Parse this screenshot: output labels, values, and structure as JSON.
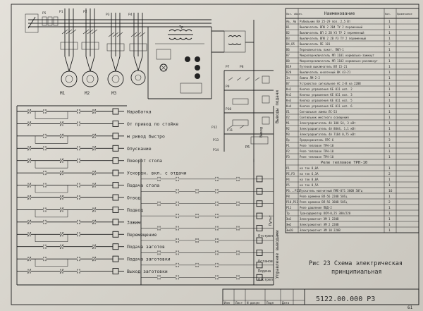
{
  "table": {
    "headers": [
      "Поз. обозн.",
      "Наименование",
      "Кол.",
      "Примечание"
    ],
    "rows": [
      {
        "pos": "Ав, Ав",
        "name": "Рубильник ВА 25-29 пол. 2,5 Вт",
        "qty": "1",
        "note": ""
      },
      {
        "pos": "В1",
        "name": "Выключатель ВПК 2 2В4 ТУ 2 переменный",
        "qty": "1",
        "note": ""
      },
      {
        "pos": "В2",
        "name": "Выключатель ВП 2 2В УЗ ТУ 2 переменный",
        "qty": "1",
        "note": ""
      },
      {
        "pos": "В3",
        "name": "Выключатель ВПК 2 2В УЗ ТУ 2 переменный",
        "qty": "1",
        "note": ""
      },
      {
        "pos": "В4,В5",
        "name": "Выключатель ПЕ 101",
        "qty": "2",
        "note": ""
      },
      {
        "pos": "В6",
        "name": "Переключатель пакет. ПКП-1",
        "qty": "1",
        "note": ""
      },
      {
        "pos": "В7",
        "name": "Микропереключатель МП 1101 нормально-замкнут",
        "qty": "1",
        "note": ""
      },
      {
        "pos": "В8",
        "name": "Микропереключатель МП 1102 нормально-разомкнут",
        "qty": "1",
        "note": ""
      },
      {
        "pos": "В19",
        "name": "Путевой выключатель ВП 15-21",
        "qty": "1",
        "note": ""
      },
      {
        "pos": "В20",
        "name": "Выключатель кнопочный ВК 43-21",
        "qty": "1",
        "note": ""
      },
      {
        "pos": "Зл",
        "name": "Лампа ЛМ-2-2",
        "qty": "1",
        "note": ""
      },
      {
        "pos": "В7",
        "name": "Устройство сигнальное АС 2-В на 220В",
        "qty": "1",
        "note": ""
      },
      {
        "pos": "Кн1",
        "name": "Кнопка управления КЕ 011 исп. 2",
        "qty": "1",
        "note": ""
      },
      {
        "pos": "Кн2",
        "name": "Кнопка управления КЕ 011 исп. 3",
        "qty": "1",
        "note": ""
      },
      {
        "pos": "Кн3",
        "name": "Кнопка управления КЕ 011 исп. 5",
        "qty": "1",
        "note": ""
      },
      {
        "pos": "Кн4",
        "name": "Кнопка управления КЕ 011 исп. 6",
        "qty": "1",
        "note": ""
      },
      {
        "pos": "Л1",
        "name": "Сигнальная лампа ЛС-53",
        "qty": "1",
        "note": ""
      },
      {
        "pos": "Л2",
        "name": "Светильник местного освещения",
        "qty": "1",
        "note": ""
      },
      {
        "pos": "М1",
        "name": "Электродвигатель 4А 100 S4, 3 кВт",
        "qty": "1",
        "note": ""
      },
      {
        "pos": "М2",
        "name": "Электродвигатель 4А 80А4, 1,1 кВт",
        "qty": "1",
        "note": ""
      },
      {
        "pos": "М3",
        "name": "Электродвигатель 4А 71В4 0,75 кВт",
        "qty": "1",
        "note": ""
      },
      {
        "pos": "Пр",
        "name": "Предохранитель ПРС-6",
        "qty": "3",
        "note": ""
      },
      {
        "pos": "Р1",
        "name": "Реле тепловое ТРН-10",
        "qty": "1",
        "note": ""
      },
      {
        "pos": "Р2",
        "name": "Реле тепловое ТРН-10",
        "qty": "1",
        "note": ""
      },
      {
        "pos": "Р3",
        "name": "Реле тепловое ТРН-10",
        "qty": "1",
        "note": ""
      },
      {
        "pos": "",
        "name": "Реле тепловое ТРН-10",
        "qty": "",
        "note": "",
        "header": true
      },
      {
        "pos": "Р1",
        "name": "на ток 8,0А",
        "qty": "1",
        "note": ""
      },
      {
        "pos": "РЕ,Р3",
        "name": "на ток 6,3А",
        "qty": "2",
        "note": ""
      },
      {
        "pos": "Р4",
        "name": "на ток 0,8А",
        "qty": "1",
        "note": ""
      },
      {
        "pos": "Р5",
        "name": "на ток 0,5А",
        "qty": "1",
        "note": ""
      },
      {
        "pos": "Р6...Р21",
        "name": "Пускатель магнитный ПМЕ-071 380В 50Гц",
        "qty": "16",
        "note": ""
      },
      {
        "pos": "Р8",
        "name": "Реле времени ВЛ-56 220В 50Гц",
        "qty": "1",
        "note": ""
      },
      {
        "pos": "Р10,Р12",
        "name": "Реле времени ВЛ-56 380В 50Гц",
        "qty": "2",
        "note": ""
      },
      {
        "pos": "Р11",
        "name": "Реле давления ПВД-2",
        "qty": "1",
        "note": ""
      },
      {
        "pos": "Тр",
        "name": "Трансформатор ОСМ-0,25 380/220",
        "qty": "1",
        "note": ""
      },
      {
        "pos": "Эм1",
        "name": "Электромагнит ЭМ 1 220В",
        "qty": "1",
        "note": ""
      },
      {
        "pos": "Эм2",
        "name": "Электромагнит ЭМ 2 220В",
        "qty": "1",
        "note": ""
      },
      {
        "pos": "Эм10",
        "name": "Электромагнит ЭМ 10 220В",
        "qty": "1",
        "note": ""
      }
    ]
  },
  "ladder": {
    "labels": [
      "Нарабатка",
      "От привод по стойке",
      "м ривод быстро",
      "Опускание",
      "Поворот стола",
      "Ускорен. вкл. с отдачи",
      "Подача стола",
      "Отвод",
      "Подвод",
      "Зажим",
      "Перемещение",
      "Подача заготов",
      "Подача заготовки",
      "Выход заготовки"
    ],
    "vertical_labels": {
      "bus_top": "Выводы подачи",
      "bus_bottom": "Управление выводами",
      "right_top": "Вывод",
      "right_mid": "Пульт"
    },
    "right_small": [
      "Отстрел",
      "Останов",
      "Подача",
      "Отстрел"
    ]
  },
  "power": {
    "motor_labels": [
      "М1",
      "М2",
      "М3"
    ],
    "transformer_label": "Тр",
    "contact_labels": [
      "Р1",
      "Р2",
      "Р3",
      "Р4",
      "Р5",
      "Р6",
      "Р7",
      "Р8",
      "Р9",
      "Р10",
      "Р11",
      "Р12",
      "Р13",
      "Р14"
    ]
  },
  "caption": {
    "line1": "Рис 23 Схема электрическая",
    "line2": "принципиальная"
  },
  "title_block": {
    "code": "5122.00.000 Р3",
    "cells": [
      "Изм",
      "Лист",
      "N докум",
      "Подп",
      "Дата"
    ],
    "page": "61"
  },
  "colors": {
    "paper": "#dcd9d1",
    "ink": "#1f1f1f"
  }
}
